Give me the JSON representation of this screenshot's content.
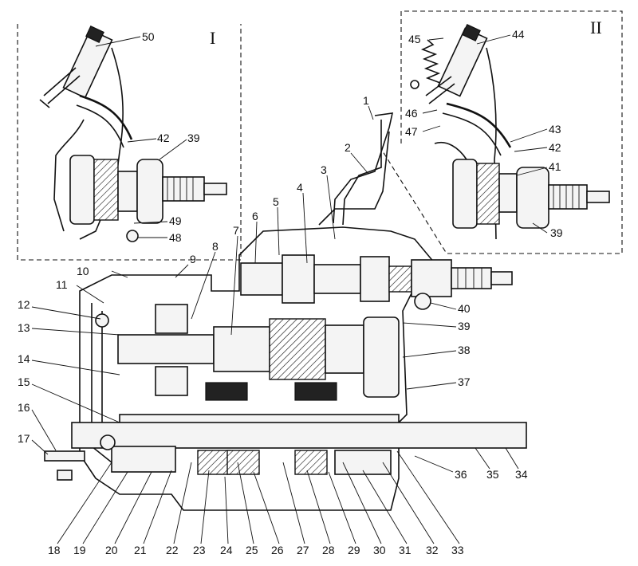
{
  "views": {
    "detail_one": "I",
    "detail_two": "II"
  },
  "callouts": {
    "c1": "1",
    "c2": "2",
    "c3": "3",
    "c4": "4",
    "c5": "5",
    "c6": "6",
    "c7": "7",
    "c8": "8",
    "c9": "9",
    "c10": "10",
    "c11": "11",
    "c12": "12",
    "c13": "13",
    "c14": "14",
    "c15": "15",
    "c16": "16",
    "c17": "17",
    "c18": "18",
    "c19": "19",
    "c20": "20",
    "c21": "21",
    "c22": "22",
    "c23": "23",
    "c24": "24",
    "c25": "25",
    "c26": "26",
    "c27": "27",
    "c28": "28",
    "c29": "29",
    "c30": "30",
    "c31": "31",
    "c32": "32",
    "c33": "33",
    "c34": "34",
    "c35": "35",
    "c36": "36",
    "c37": "37",
    "c38": "38",
    "c39": "39",
    "c40": "40",
    "d1_50": "50",
    "d1_42": "42",
    "d1_39": "39",
    "d1_49": "49",
    "d1_48": "48",
    "d2_45": "45",
    "d2_44": "44",
    "d2_46": "46",
    "d2_47": "47",
    "d2_43": "43",
    "d2_42": "42",
    "d2_41": "41",
    "d2_39": "39"
  }
}
